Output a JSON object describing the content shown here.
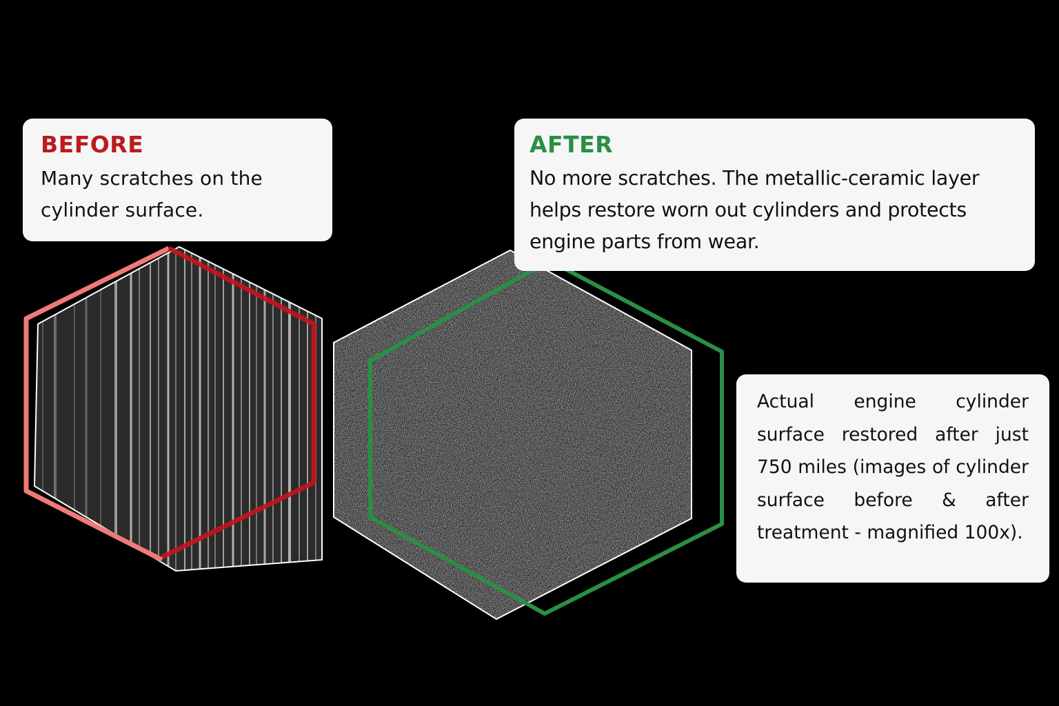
{
  "before": {
    "heading": "BEFORE",
    "text": "Many scratches on the cylinder surface.",
    "accent_color": "#bb1b1f",
    "outline_color_light": "#f07a78",
    "outline_color_dark": "#c4141c",
    "image": "scratched-cylinder-surface"
  },
  "after": {
    "heading": "AFTER",
    "text": "No more scratches. The metallic-ceramic layer helps restore worn out cylinders and protects engine parts from wear.",
    "accent_color": "#2a8f44",
    "outline_color": "#2a8f44",
    "image": "restored-cylinder-surface"
  },
  "caption": {
    "text": "Actual engine cylinder surface restored after just 750 miles (images of cylinder surface before & after treatment - magnified 100x)."
  },
  "colors": {
    "background": "#000000",
    "card_background": "#f6f6f6",
    "text": "#111111"
  }
}
